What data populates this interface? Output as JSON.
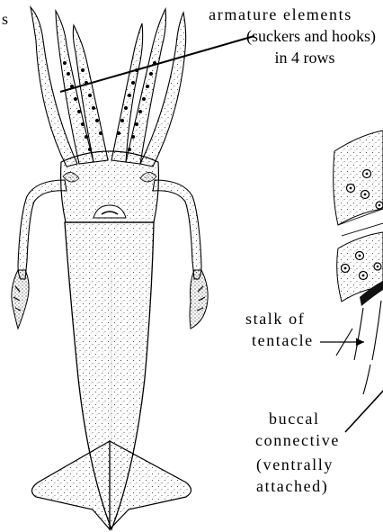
{
  "labels": {
    "cut_off_left": "s",
    "armature_line1": "armature elements",
    "armature_line2": "(suckers and hooks)",
    "armature_line3": "in 4 rows",
    "stalk_line1": "stalk of",
    "stalk_line2": "tentacle",
    "buccal_line1": "buccal",
    "buccal_line2": "connective",
    "buccal_line3": "(ventrally",
    "buccal_line4": "attached)"
  },
  "colors": {
    "ink": "#000000",
    "stipple": "#2a2a2a",
    "paper": "#ffffff"
  }
}
